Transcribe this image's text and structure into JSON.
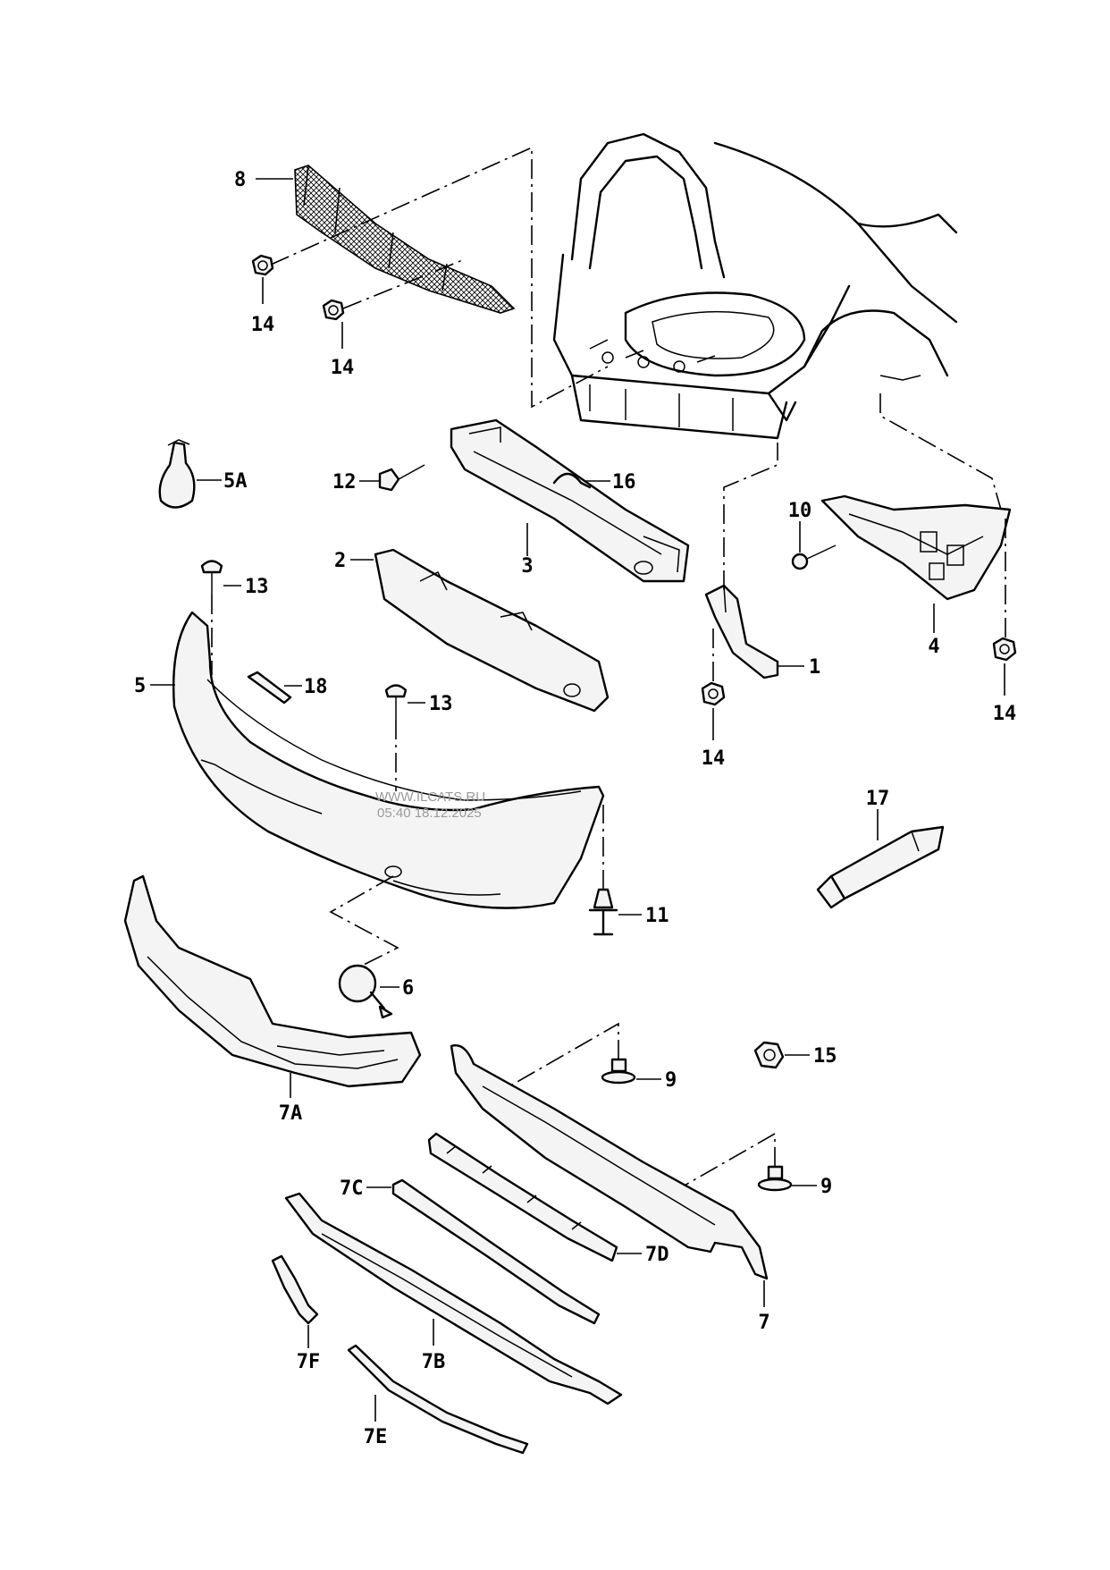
{
  "callouts": {
    "c8": "8",
    "c14a": "14",
    "c14b": "14",
    "c14c": "14",
    "c14d": "14",
    "c5a": "5A",
    "c12": "12",
    "c16": "16",
    "c3": "3",
    "c10": "10",
    "c4": "4",
    "c2": "2",
    "c13a": "13",
    "c13b": "13",
    "c1": "1",
    "c5": "5",
    "c18": "18",
    "c17": "17",
    "c11": "11",
    "c6": "6",
    "c7a": "7A",
    "c15": "15",
    "c9a": "9",
    "c9b": "9",
    "c7c": "7C",
    "c7d": "7D",
    "c7": "7",
    "c7f": "7F",
    "c7b": "7B",
    "c7e": "7E"
  },
  "watermark": {
    "line1": "WWW.ILCATS.RU",
    "line2": "05:40 18.12.2025"
  }
}
